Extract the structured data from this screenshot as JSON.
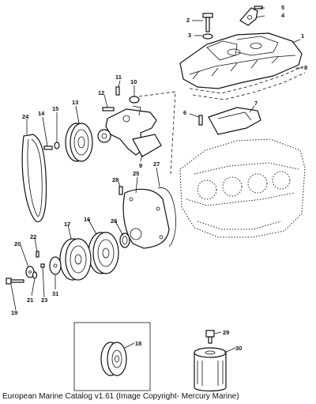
{
  "caption": "European Marine Catalog v1.61 (Image Copyright- Mercury Marine)",
  "callouts": [
    "1",
    "2",
    "3",
    "4",
    "5",
    "6",
    "7",
    "8",
    "9",
    "10",
    "11",
    "12",
    "13",
    "14",
    "15",
    "16",
    "17",
    "18",
    "19",
    "20",
    "21",
    "22",
    "23",
    "24",
    "25",
    "26",
    "27",
    "28",
    "29",
    "30",
    "31"
  ]
}
